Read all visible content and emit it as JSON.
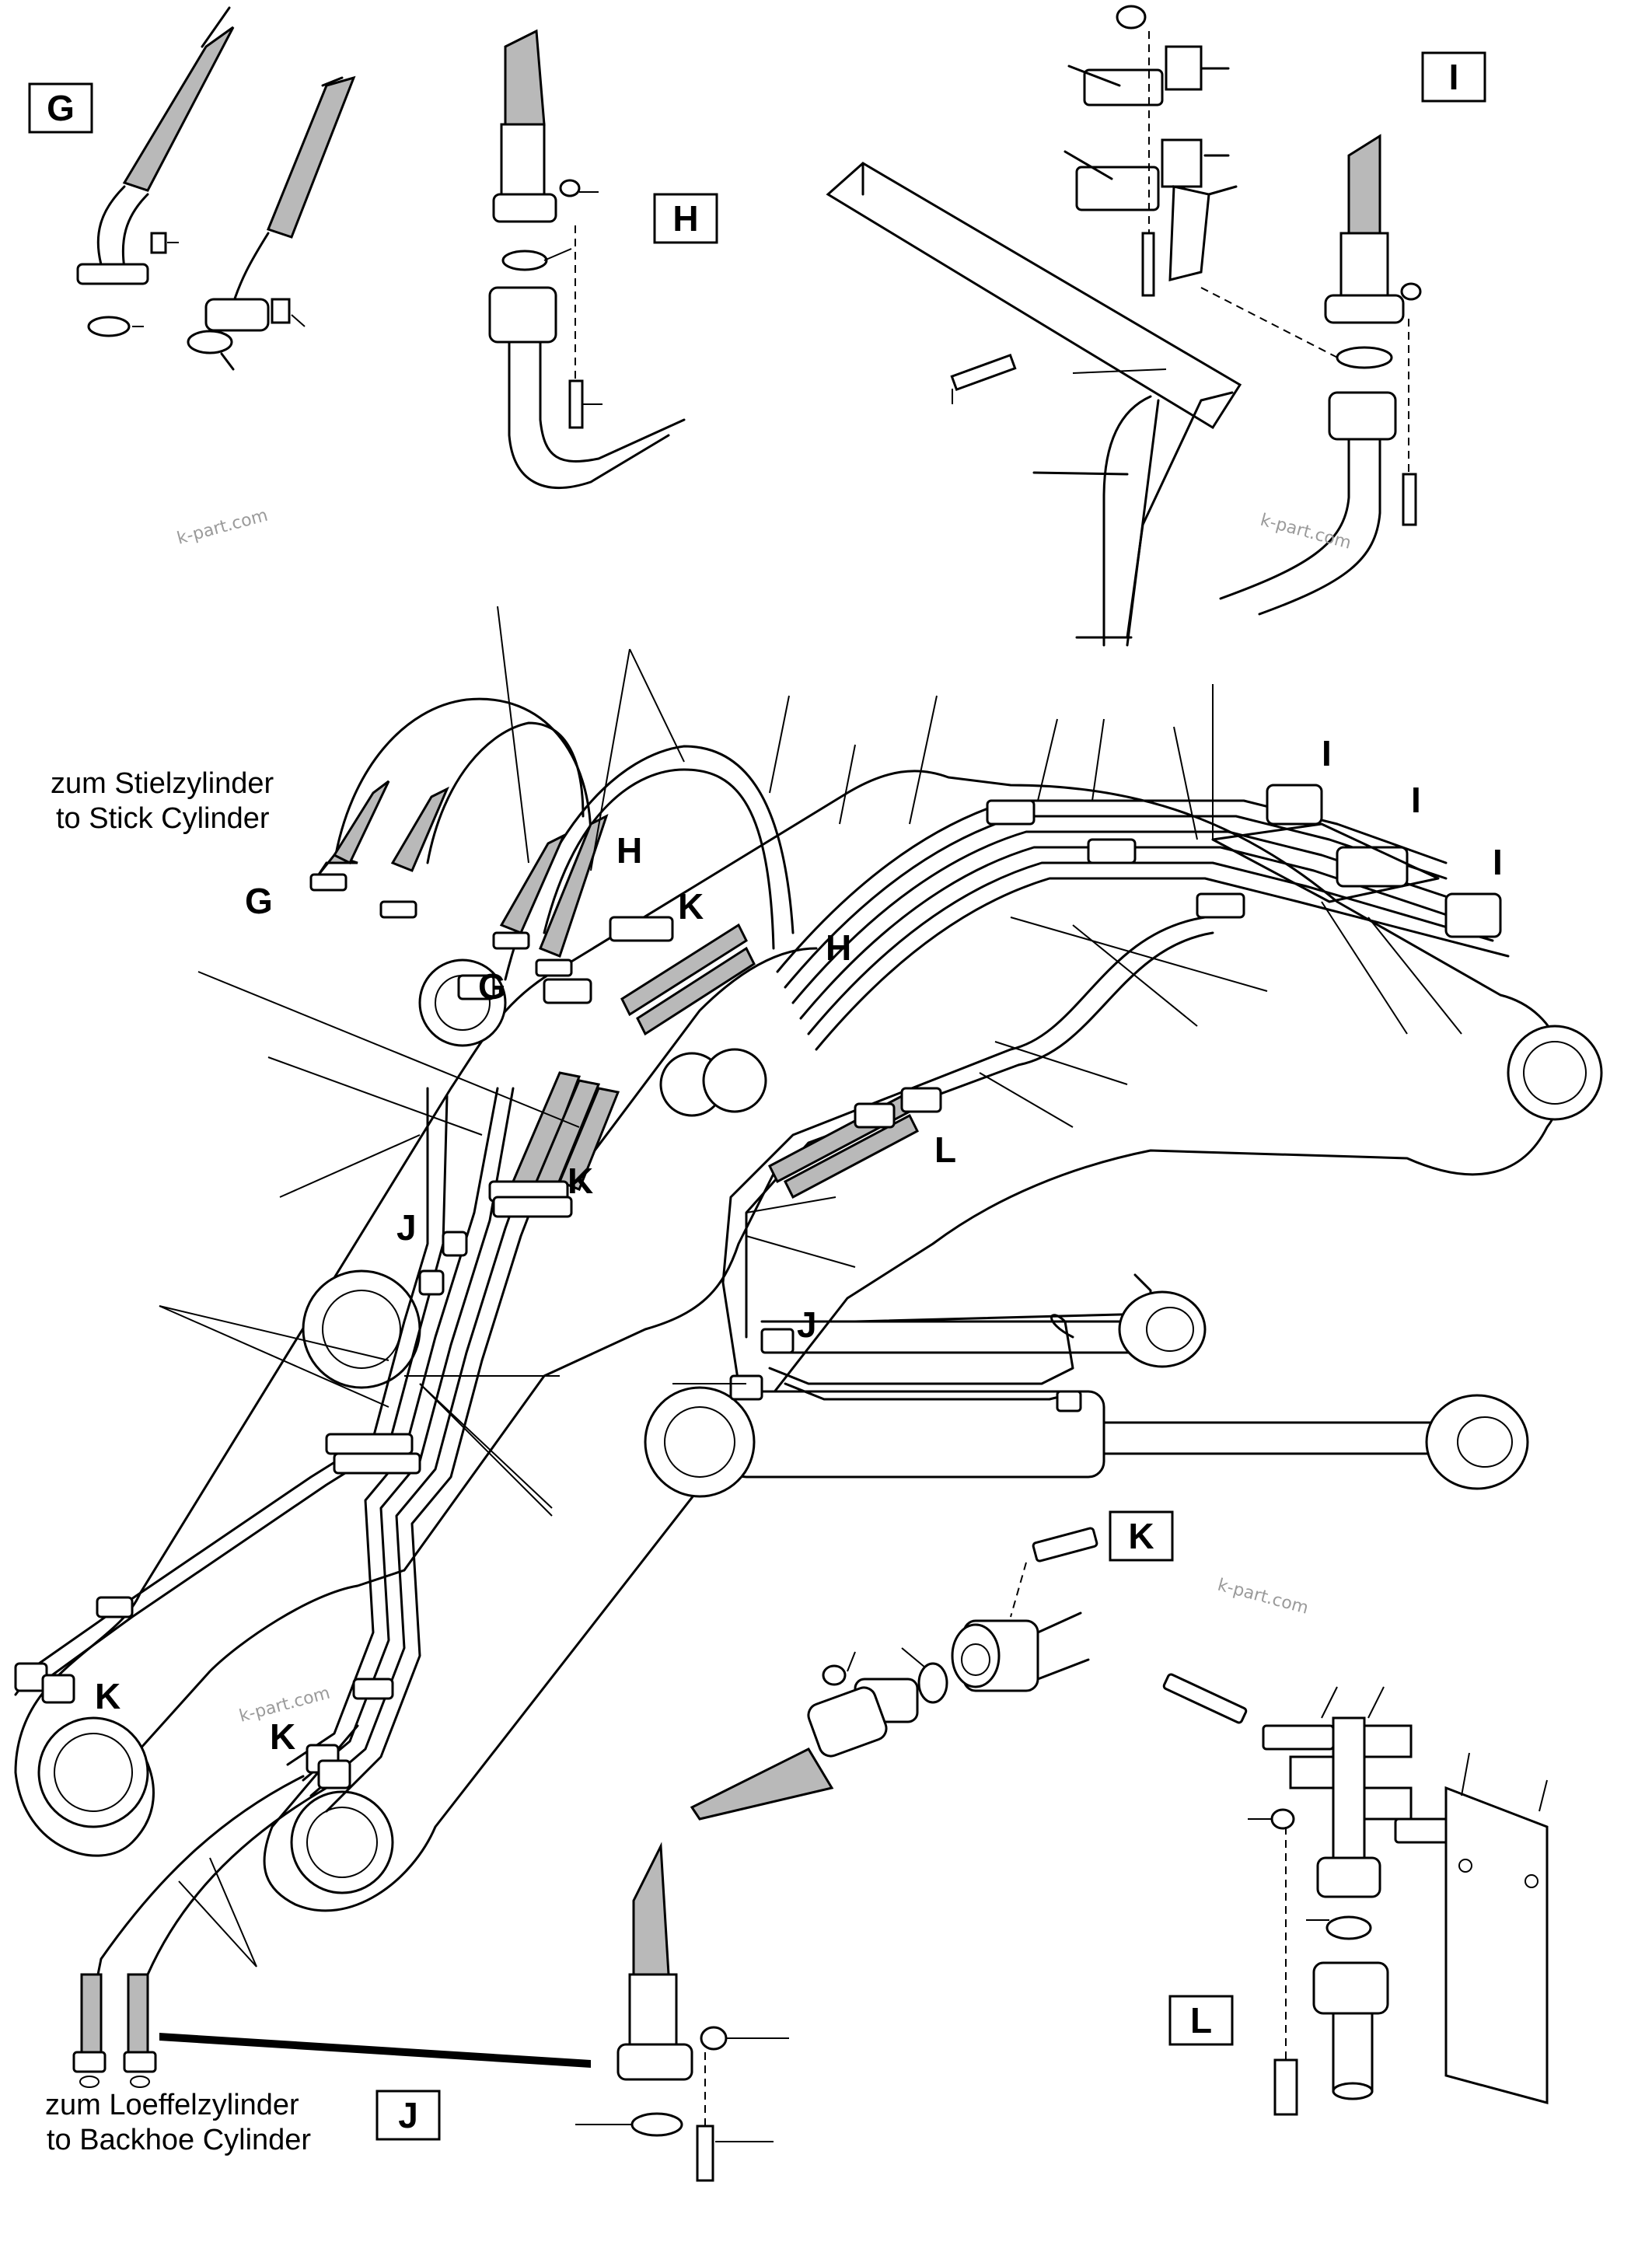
{
  "detail_labels": [
    "G",
    "H",
    "I",
    "K",
    "L",
    "J"
  ],
  "callouts": {
    "G1": "G",
    "G2": "G",
    "H1": "H",
    "H2": "H",
    "I1": "I",
    "I2": "I",
    "I3": "I",
    "K1": "K",
    "K2": "K",
    "K3": "K",
    "K4": "K",
    "J1": "J",
    "J2": "J",
    "L1": "L"
  },
  "notes": {
    "stick_de": "zum Stielzylinder",
    "stick_en": "to Stick Cylinder",
    "backhoe_de": "zum Loeffelzylinder",
    "backhoe_en": "to Backhoe Cylinder"
  },
  "watermark": "k-part.com"
}
